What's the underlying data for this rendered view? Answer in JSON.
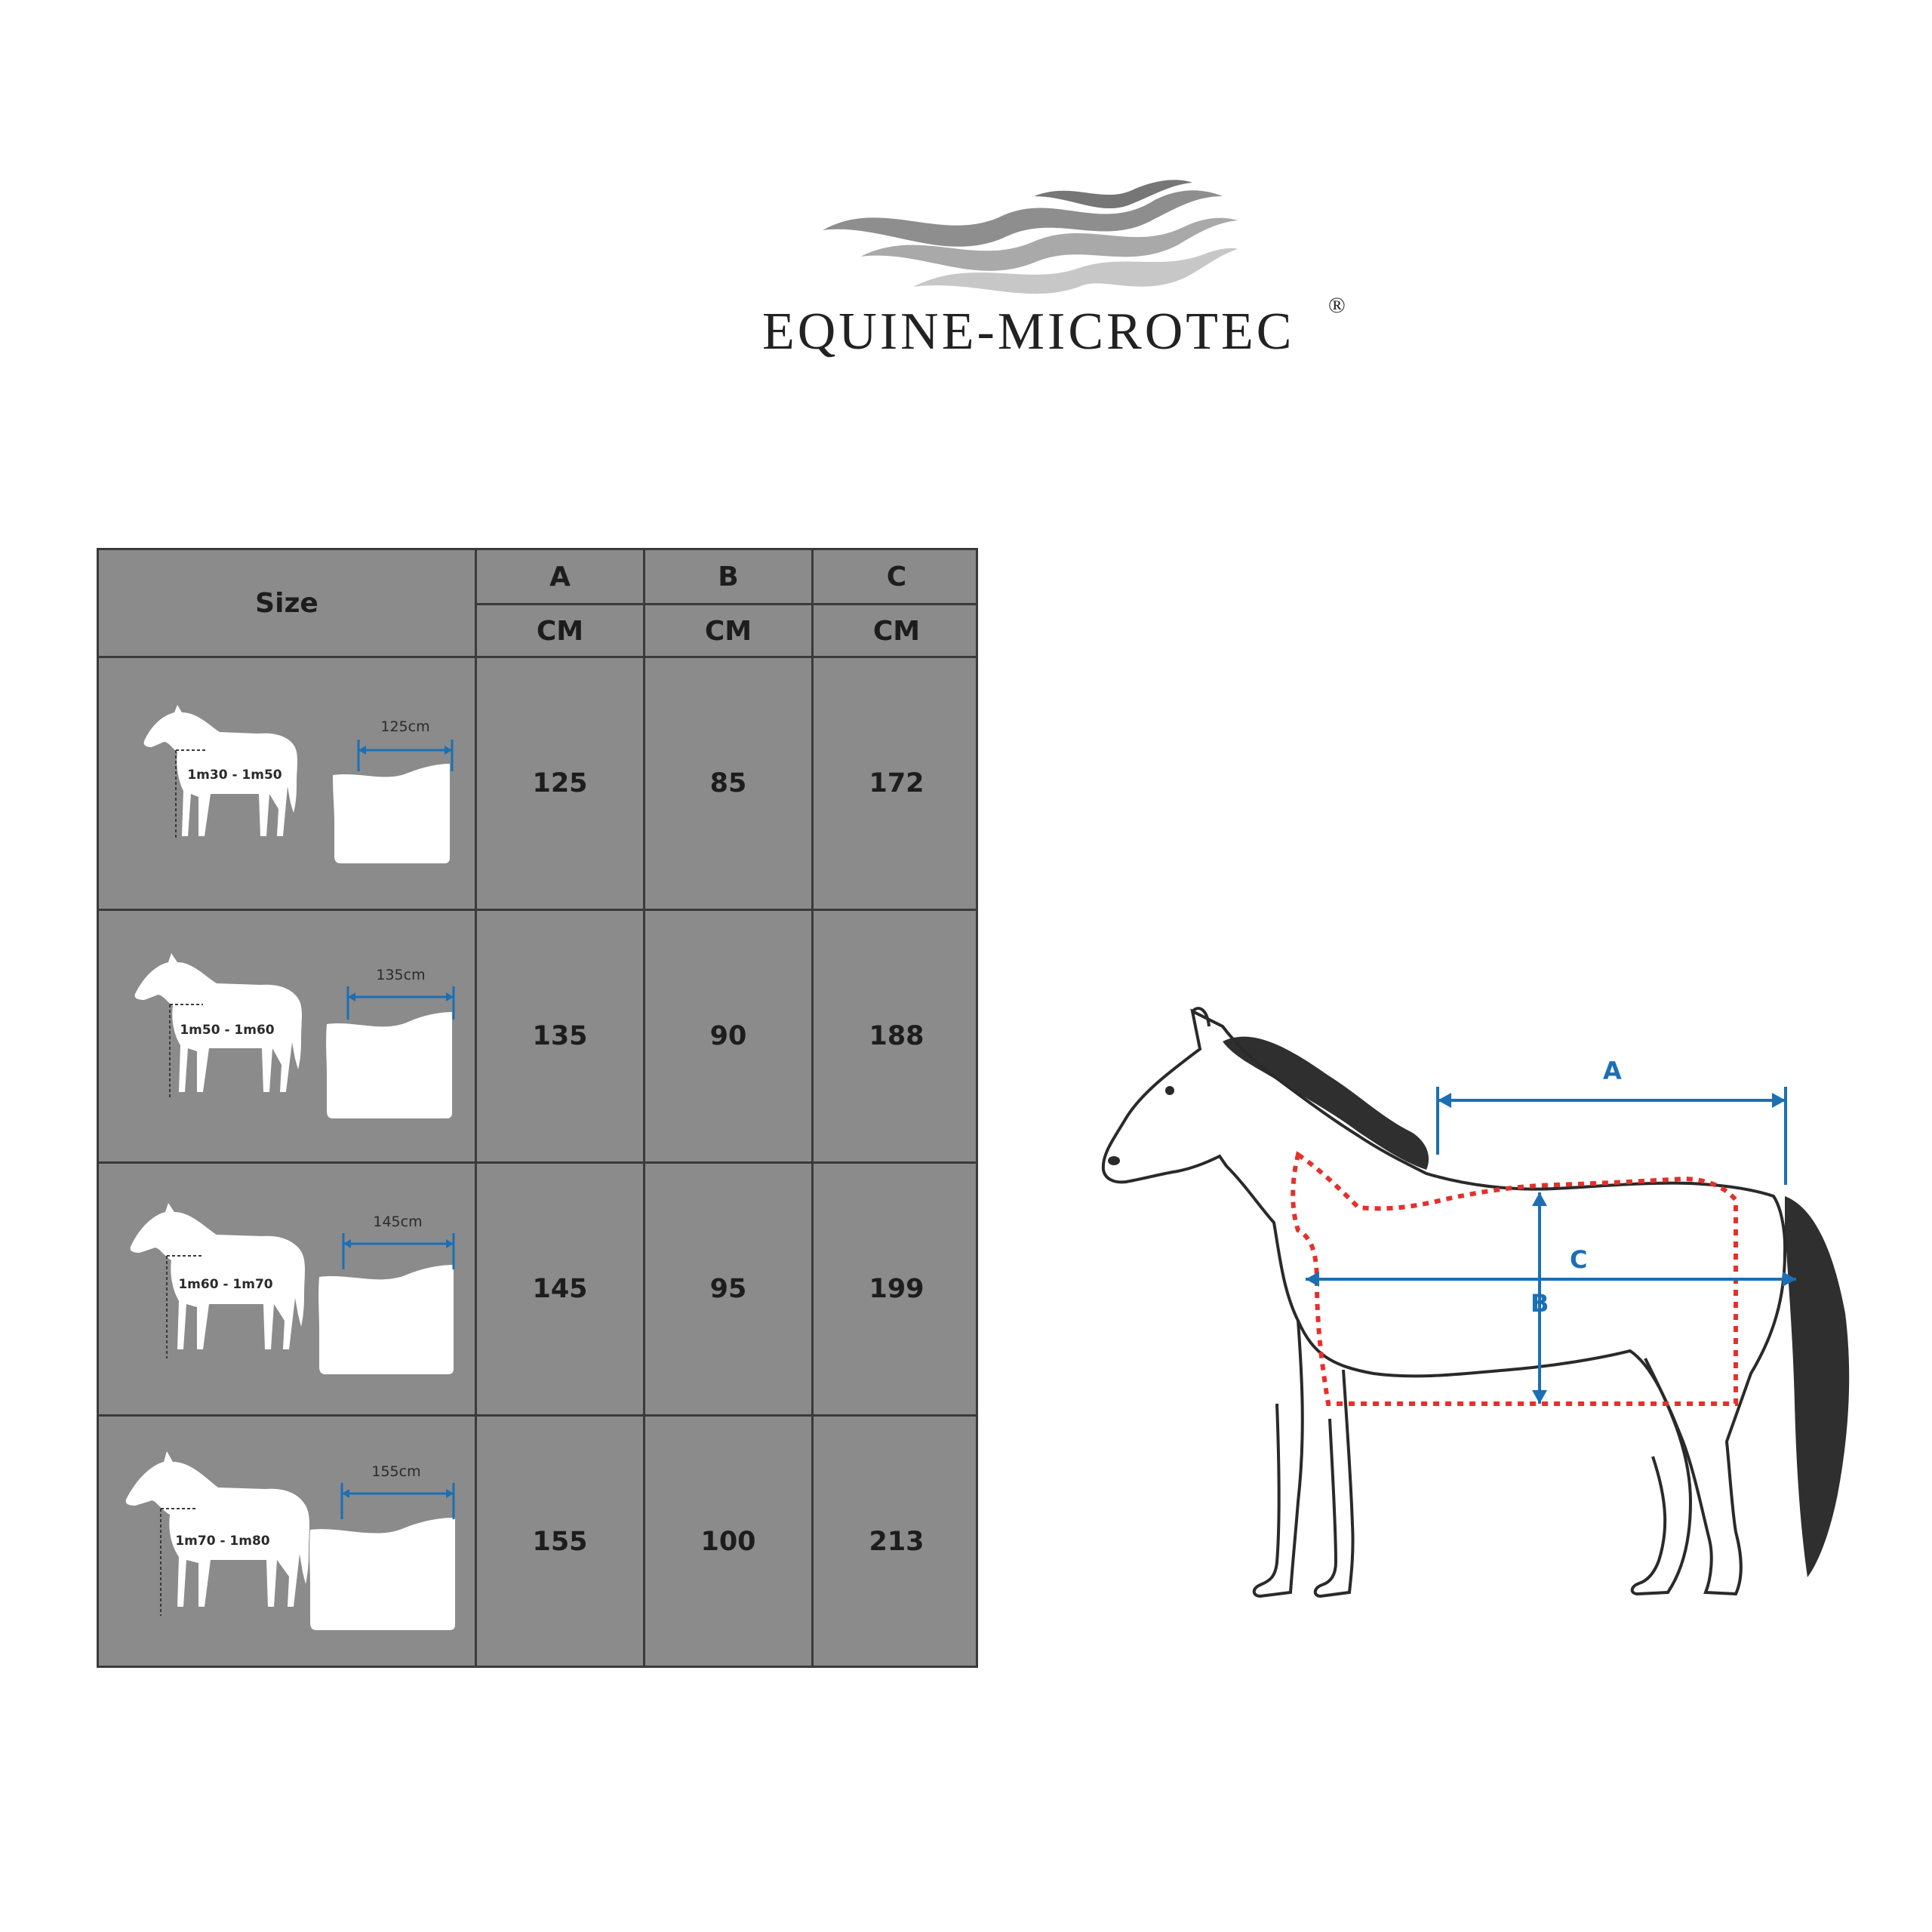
{
  "brand": {
    "name": "EQUINE-MICROTEC",
    "registered_mark": "®"
  },
  "table": {
    "size_header": "Size",
    "columns": [
      {
        "letter": "A",
        "unit": "CM"
      },
      {
        "letter": "B",
        "unit": "CM"
      },
      {
        "letter": "C",
        "unit": "CM"
      }
    ],
    "rows": [
      {
        "height_range": "1m30 - 1m50",
        "length": "125cm",
        "a": "125",
        "b": "85",
        "c": "172"
      },
      {
        "height_range": "1m50 - 1m60",
        "length": "135cm",
        "a": "135",
        "b": "90",
        "c": "188"
      },
      {
        "height_range": "1m60 - 1m70",
        "length": "145cm",
        "a": "145",
        "b": "95",
        "c": "199"
      },
      {
        "height_range": "1m70 - 1m80",
        "length": "155cm",
        "a": "155",
        "b": "100",
        "c": "213"
      }
    ]
  },
  "diagram": {
    "labels": {
      "a": "A",
      "b": "B",
      "c": "C"
    }
  },
  "colors": {
    "table_bg": "#8b8b8b",
    "grid": "#3a3a3a",
    "dimension_blue": "#1b6fb5",
    "outline_red": "#e5302b"
  }
}
